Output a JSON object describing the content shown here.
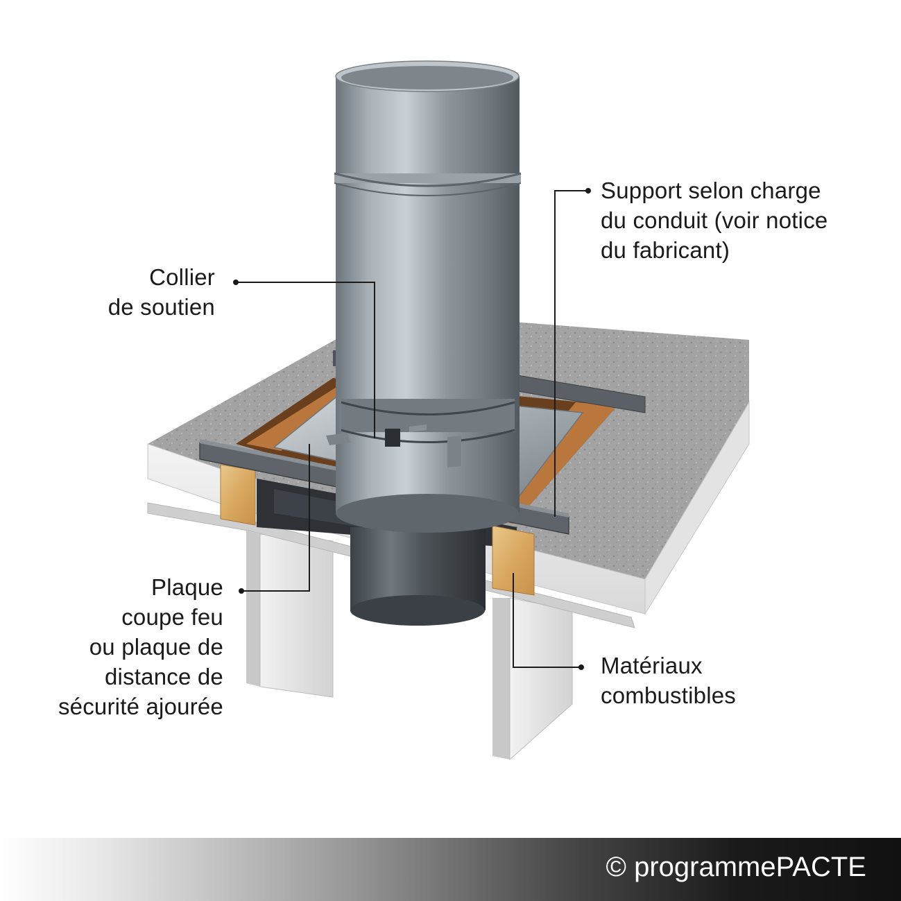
{
  "labels": {
    "collier": [
      "Collier",
      "de soutien"
    ],
    "support": [
      "Support selon charge",
      "du conduit (voir notice",
      "du fabricant)"
    ],
    "plaque": [
      "Plaque",
      "coupe feu",
      "ou plaque de",
      "distance de",
      "sécurité ajourée"
    ],
    "materiaux": [
      "Matériaux",
      "combustibles"
    ]
  },
  "footer": {
    "copyright": "© programmePACTE"
  },
  "colors": {
    "concrete": "#9c9c9c",
    "wood": "#c88a52",
    "steel": "#8a9299",
    "text": "#1a1a1a"
  }
}
